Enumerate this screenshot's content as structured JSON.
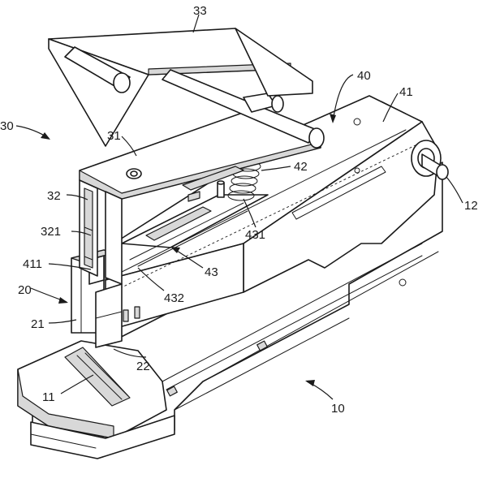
{
  "figure": {
    "labels": {
      "l33": "33",
      "l40": "40",
      "l41": "41",
      "l30": "30",
      "l31": "31",
      "l42": "42",
      "l32": "32",
      "l12": "12",
      "l321": "321",
      "l431": "431",
      "l43": "43",
      "l411": "411",
      "l20": "20",
      "l432": "432",
      "l21": "21",
      "l22": "22",
      "l11": "11",
      "l10": "10"
    }
  }
}
